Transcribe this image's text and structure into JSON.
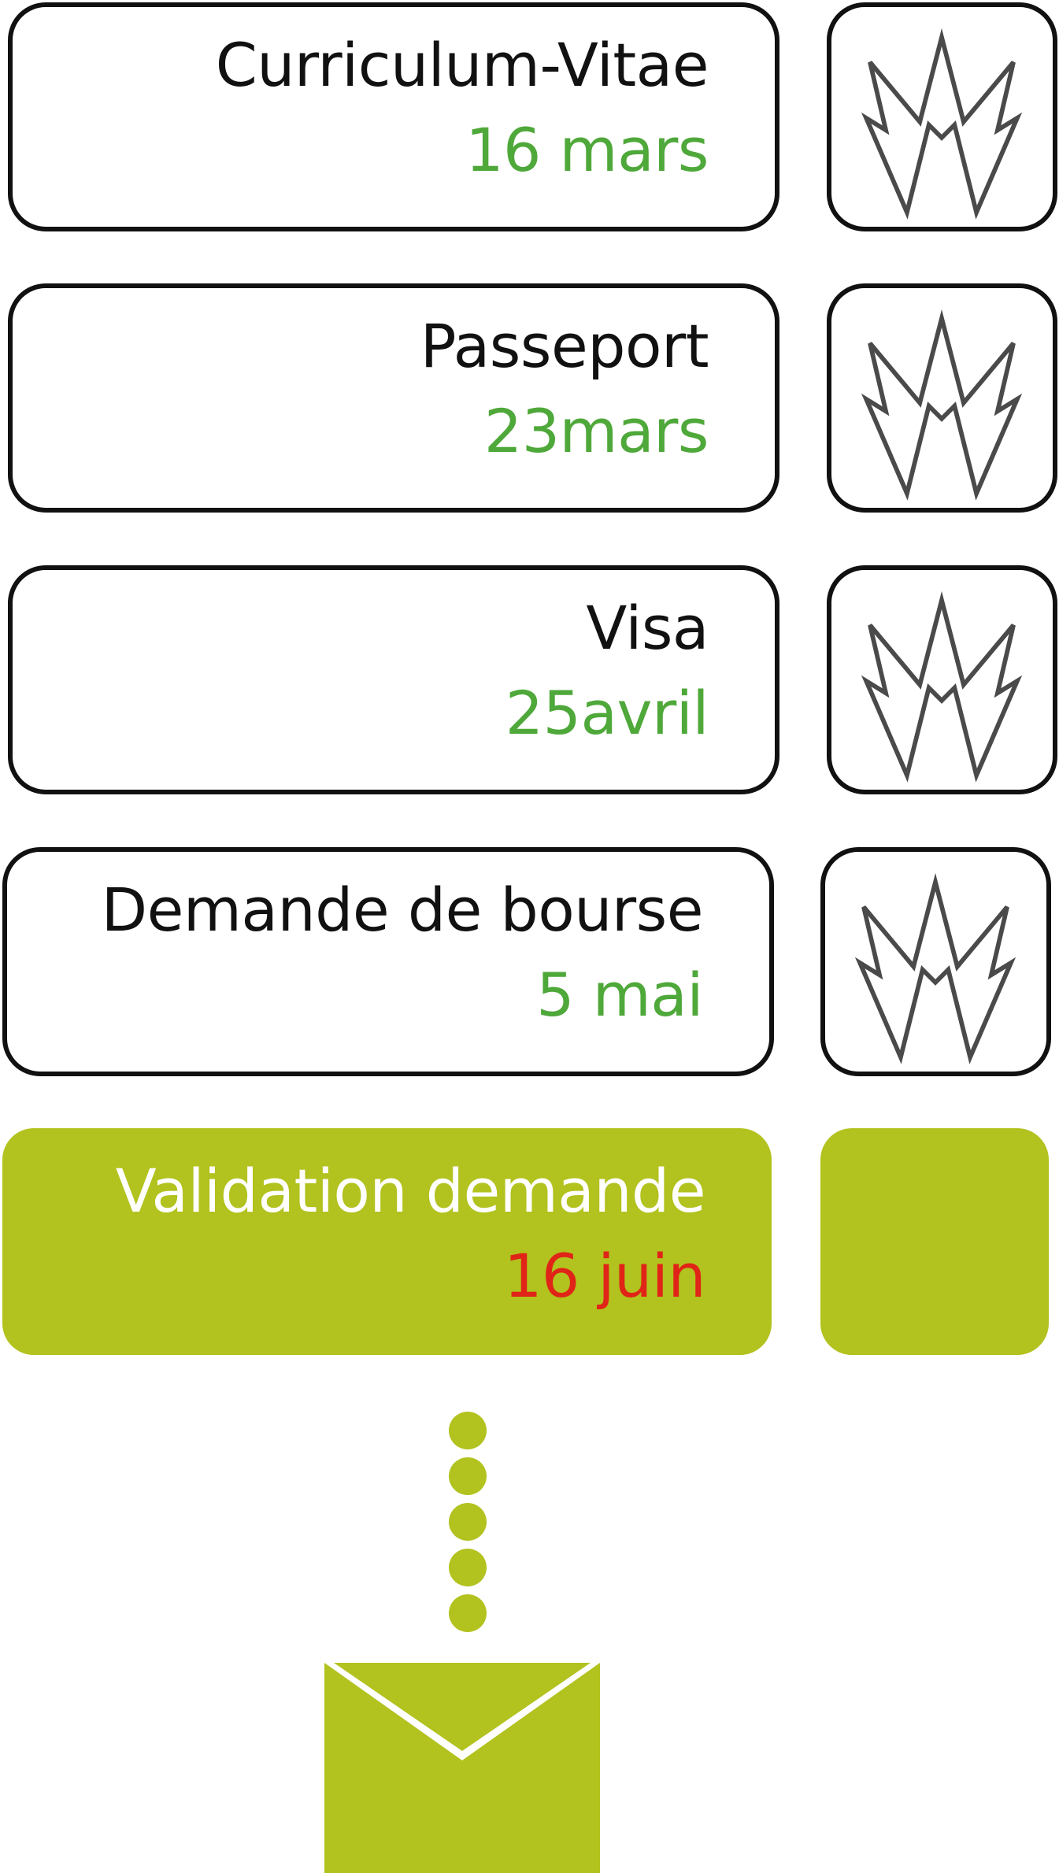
{
  "colors": {
    "accent_green": "#b2c21e",
    "date_green": "#4fa83a",
    "date_red": "#e02418",
    "outline": "#111111",
    "icon_stroke": "#4a4a4a"
  },
  "steps": [
    {
      "title": "Curriculum-Vitae",
      "date": "16 mars",
      "status": "done",
      "icon": "checkmark-zigzag-icon"
    },
    {
      "title": "Passeport",
      "date": "23mars",
      "status": "done",
      "icon": "checkmark-zigzag-icon"
    },
    {
      "title": "Visa",
      "date": "25avril",
      "status": "done",
      "icon": "checkmark-zigzag-icon"
    },
    {
      "title": "Demande de bourse",
      "date": "5 mai",
      "status": "done",
      "icon": "checkmark-zigzag-icon"
    },
    {
      "title": "Validation demande",
      "date": "16 juin",
      "status": "pending",
      "icon": ""
    }
  ],
  "connector": {
    "dots": 5,
    "icon": "dotted-connector-icon"
  },
  "final": {
    "icon": "envelope-icon"
  }
}
